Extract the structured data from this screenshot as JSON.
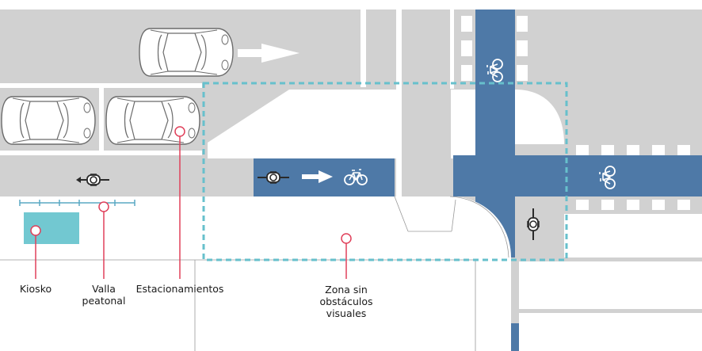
{
  "labels": {
    "kiosk": "Kiosko",
    "fence_line1": "Valla",
    "fence_line2": "peatonal",
    "parking": "Estacionamientos",
    "zone_line1": "Zona sin",
    "zone_line2": "obstáculos",
    "zone_line3": "visuales"
  },
  "colors": {
    "road": "#d1d1d1",
    "bike_lane": "#4e79a7",
    "sidewalk": "#ffffff",
    "kiosk": "#72c8d1",
    "marker": "#e0405a",
    "zone_outline": "#67c0cc"
  }
}
